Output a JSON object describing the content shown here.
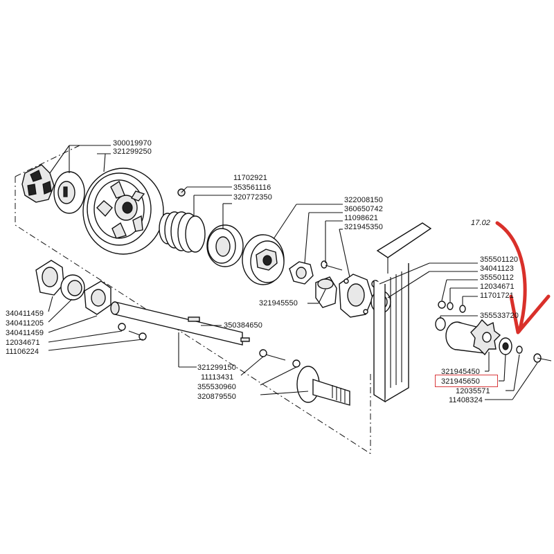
{
  "reference_number": "17.02",
  "labels": {
    "l300019970": "300019970",
    "l321299250": "321299250",
    "l11702921": "11702921",
    "l353561116": "353561116",
    "l320772350": "320772350",
    "l322008150": "322008150",
    "l360650742": "360650742",
    "l11098621": "11098621",
    "l321945350": "321945350",
    "l321945550": "321945550",
    "l355501120": "355501120",
    "l340411230": "34041123",
    "l355501121": "35550112",
    "l12034671b": "12034671",
    "l11701721": "11701721",
    "l355533720": "355533720",
    "l340411459a": "340411459",
    "l340411205": "340411205",
    "l340411459b": "340411459",
    "l12034671": "12034671",
    "l11106224": "11106224",
    "l350384650": "350384650",
    "l321299150": "321299150",
    "l11113431": "11113431",
    "l355530960": "355530960",
    "l320879550": "320879550",
    "l321945450": "321945450",
    "l321945650": "321945650",
    "l12035571": "12035571",
    "l11408324": "11408324"
  },
  "highlight": {
    "part": "321945650",
    "color": "#d9393c"
  },
  "annotation_color": "#d9302a"
}
